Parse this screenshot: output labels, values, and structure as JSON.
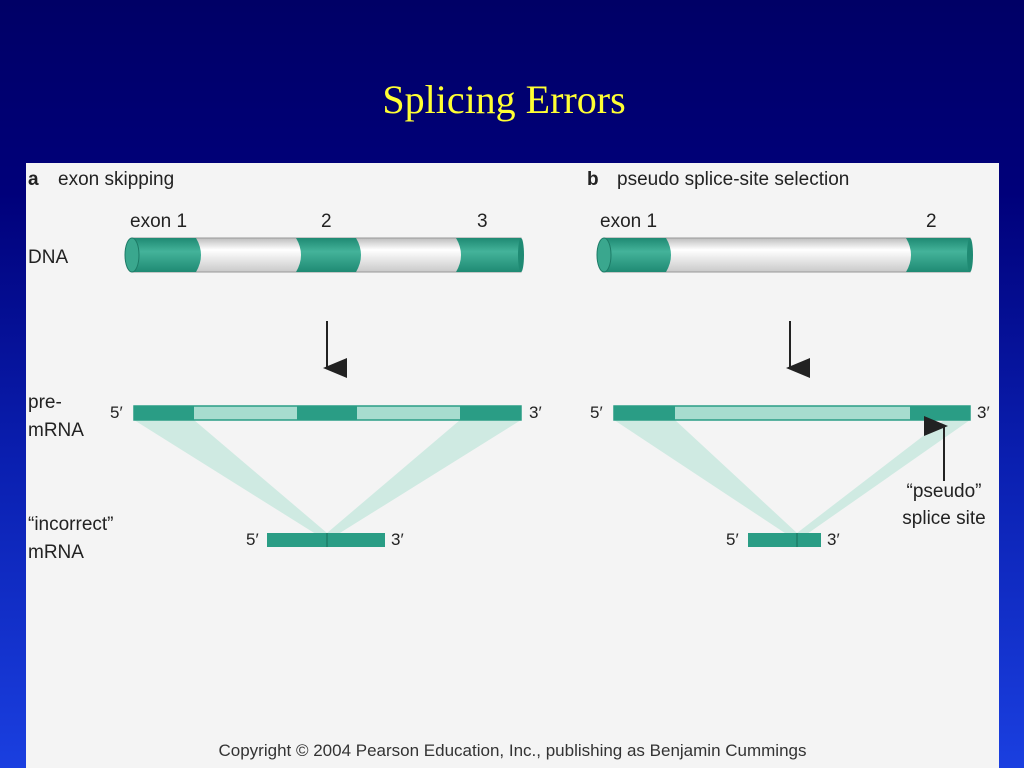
{
  "slide": {
    "title": "Splicing Errors",
    "copyright": "Copyright © 2004 Pearson Education, Inc., publishing as Benjamin Cummings"
  },
  "colors": {
    "exon": "#2a9d85",
    "intron_dna": "#e4e4e4",
    "intron_premrna": "#a7dccf",
    "splice_shade": "#cfeae2",
    "title": "#ffff33",
    "background_top": "#000066",
    "background_bottom": "#1a3fe0"
  },
  "panel_a": {
    "letter": "a",
    "heading": "exon skipping",
    "exon_labels": [
      "exon 1",
      "2",
      "3"
    ],
    "dna_label": "DNA",
    "premrna_label_1": "pre-",
    "premrna_label_2": "mRNA",
    "five_prime": "5′",
    "three_prime": "3′",
    "mrna_label_1": "“incorrect”",
    "mrna_label_2": "mRNA"
  },
  "panel_b": {
    "letter": "b",
    "heading": "pseudo splice-site selection",
    "exon_labels": [
      "exon 1",
      "2"
    ],
    "five_prime": "5′",
    "three_prime": "3′",
    "pseudo_label_1": "“pseudo”",
    "pseudo_label_2": "splice site"
  }
}
